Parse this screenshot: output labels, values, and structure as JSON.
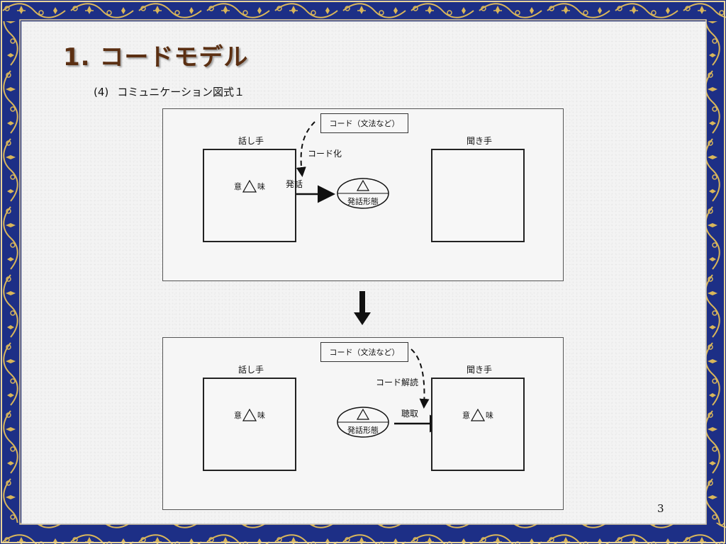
{
  "slide": {
    "title": "1. コードモデル",
    "subtitle_number": "(4)",
    "subtitle_text": "コミュニケーション図式１",
    "page_number": "3"
  },
  "diagram_top": {
    "speaker_label": "話し手",
    "listener_label": "聞き手",
    "code_box": "コード（文法など）",
    "process_label": "コード化",
    "action_label": "発話",
    "meaning_left": "意",
    "meaning_right": "味",
    "form_label": "発話形態"
  },
  "diagram_bottom": {
    "speaker_label": "話し手",
    "listener_label": "聞き手",
    "code_box": "コード（文法など）",
    "process_label": "コード解読",
    "action_label": "聴取",
    "meaning_left": "意",
    "meaning_right": "味",
    "form_label": "発話形態"
  },
  "colors": {
    "border_blue": "#1d2f86",
    "border_gold": "#d9b65a",
    "title_brown": "#5b2f12",
    "slide_background": "#f3f3f3"
  },
  "icons": [
    "fleur-de-lis-icon",
    "triangle-icon",
    "arrow-right-icon",
    "arrow-down-icon"
  ]
}
